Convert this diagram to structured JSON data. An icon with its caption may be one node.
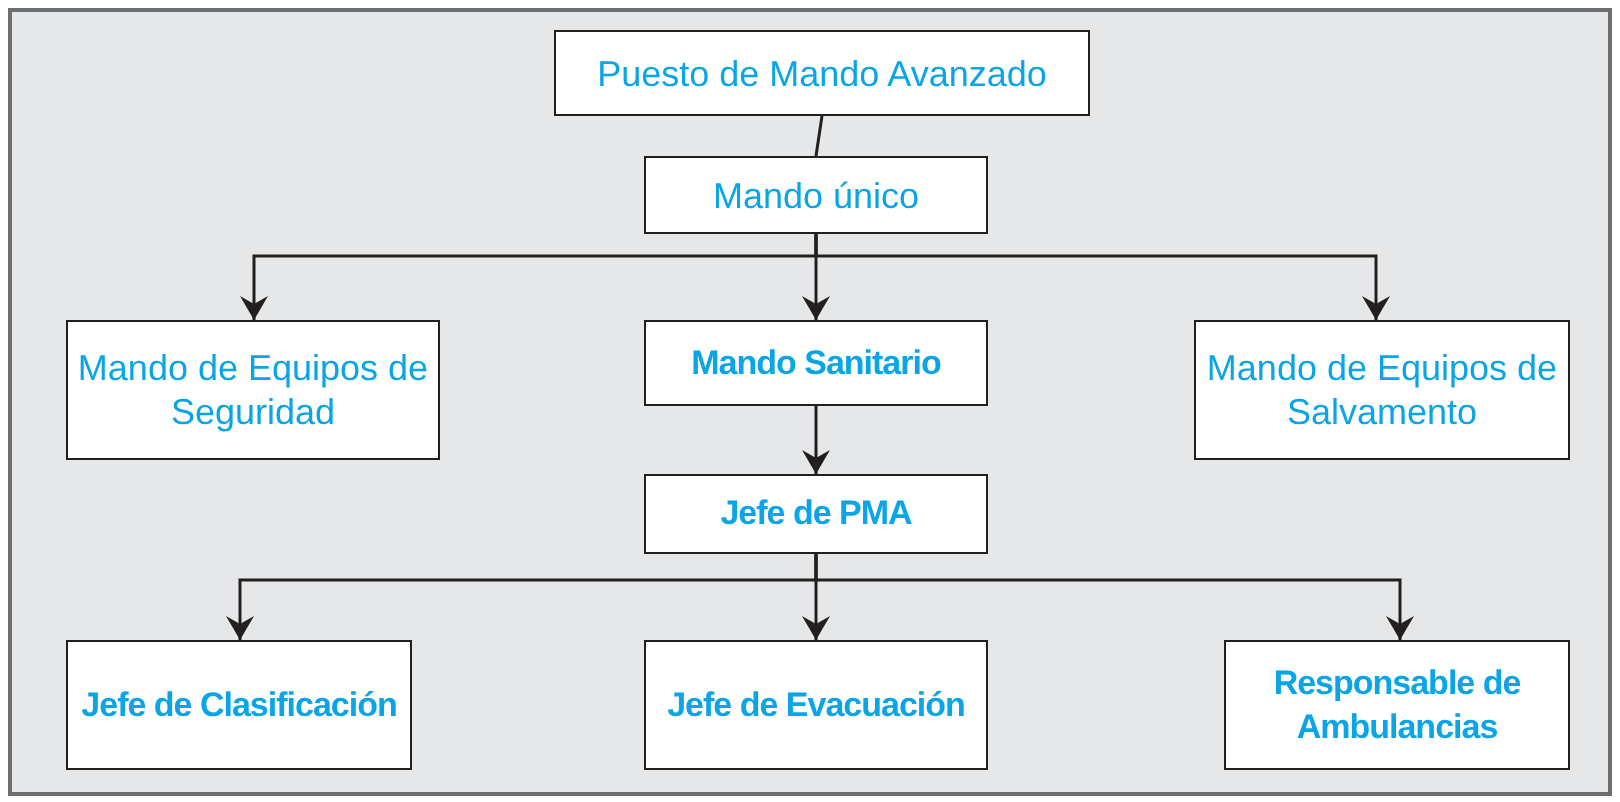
{
  "diagram": {
    "nodes": [
      {
        "text": [
          "Puesto de Mando Avanzado"
        ]
      },
      {
        "text": [
          "Mando único"
        ]
      },
      {
        "text": [
          "Mando de Equipos de Seguridad"
        ]
      },
      {
        "text": [
          "Mando Sanitario"
        ]
      },
      {
        "text": [
          "Mando de Equipos de Salvamento"
        ]
      },
      {
        "text": [
          "Jefe de PMA"
        ]
      },
      {
        "text": [
          "Jefe de Clasificación"
        ]
      },
      {
        "text": [
          "Jefe de Evacuación"
        ]
      },
      {
        "text": [
          "Responsable de Ambulancias"
        ]
      }
    ],
    "edges": [
      {
        "from": 0,
        "to": 1,
        "arrow": "none"
      },
      {
        "from": 1,
        "to": 2,
        "arrow": "to"
      },
      {
        "from": 1,
        "to": 3,
        "arrow": "to"
      },
      {
        "from": 1,
        "to": 4,
        "arrow": "to"
      },
      {
        "from": 3,
        "to": 5,
        "arrow": "to"
      },
      {
        "from": 5,
        "to": 6,
        "arrow": "to"
      },
      {
        "from": 5,
        "to": 7,
        "arrow": "to"
      },
      {
        "from": 5,
        "to": 8,
        "arrow": "to"
      }
    ]
  }
}
